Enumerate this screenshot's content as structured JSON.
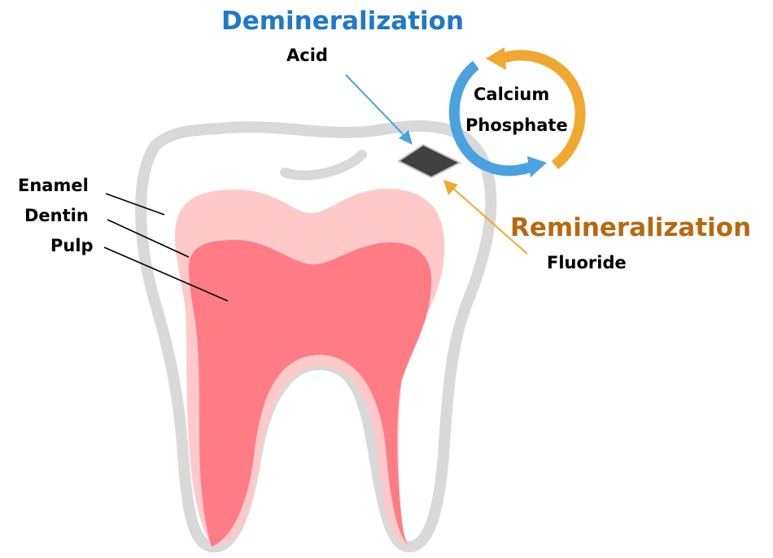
{
  "diagram": {
    "demineralization": {
      "title": "Demineralization",
      "agent": "Acid",
      "color": "#1f78c8"
    },
    "remineralization": {
      "title": "Remineralization",
      "agent": "Fluoride",
      "color": "#b8680e"
    },
    "cycle": {
      "line1": "Calcium",
      "line2": "Phosphate",
      "blue": "#4aa3df",
      "orange": "#f0a830"
    },
    "layers": {
      "enamel": "Enamel",
      "dentin": "Dentin",
      "pulp": "Pulp"
    },
    "colors": {
      "outline": "#d9d9d9",
      "dentin": "#ffc9c9",
      "pulp": "#ff7c84",
      "cavity": "#404040"
    }
  }
}
